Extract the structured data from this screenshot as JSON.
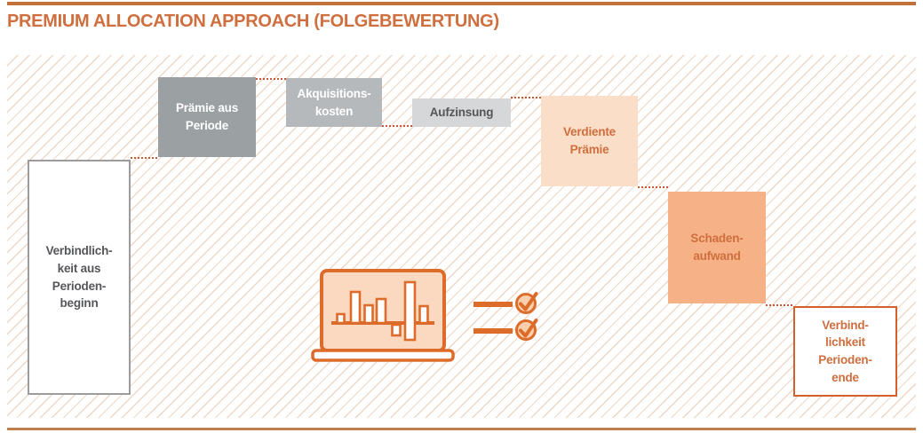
{
  "title": "PREMIUM ALLOCATION APPROACH (FOLGEBEWERTUNG)",
  "colors": {
    "accent": "#cf6e3e",
    "top_bar": "#c36f3a",
    "bottom_rule": "#c07f4e",
    "hatch_line": "#eed7c5",
    "connector": "#c4593a",
    "gray_dark": "#9ba0a3",
    "gray_mid": "#b6b9bc",
    "gray_light": "#d5d7d8",
    "gray_text": "#55565a",
    "gray_border": "#9c9c9c",
    "peach_light": "#fbdec7",
    "peach_mid": "#f6b286",
    "laptop_fill": "#fbd9c0",
    "laptop_stroke": "#dd6b2a",
    "check_fill": "#f8d0ae",
    "orange_border": "#d4612c"
  },
  "boxes": [
    {
      "id": "liability-begin",
      "label": "Verbindlich-\nkeit aus\nPerioden-\nbeginn"
    },
    {
      "id": "premium-period",
      "label": "Prämie aus\nPeriode"
    },
    {
      "id": "acquisition-costs",
      "label": "Akquisitions-\nkosten"
    },
    {
      "id": "interest-accretion",
      "label": "Aufzinsung"
    },
    {
      "id": "earned-premium",
      "label": "Verdiente\nPrämie"
    },
    {
      "id": "claims-expense",
      "label": "Schaden-\naufwand"
    },
    {
      "id": "liability-end",
      "label": "Verbind-\nlichkeit\nPerioden-\nende"
    }
  ],
  "icons": {
    "laptop_chart": "laptop-with-bar-chart-icon",
    "checklist": "checklist-with-checkmarks-icon"
  }
}
